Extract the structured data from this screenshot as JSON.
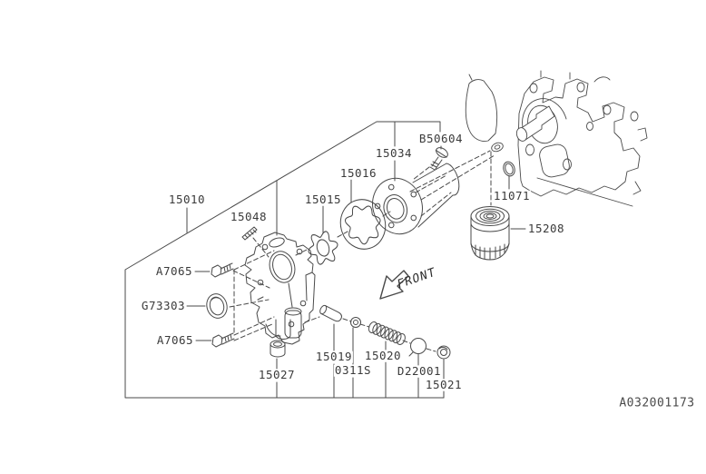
{
  "diagram_code": "A032001173",
  "front_label": "FRONT",
  "colors": {
    "line": "#4a4a4a",
    "text": "#3a3a3a",
    "background": "#ffffff"
  },
  "callouts": {
    "p15010": "15010",
    "p15048": "15048",
    "p15015": "15015",
    "p15016": "15016",
    "p15034": "15034",
    "pB50604": "B50604",
    "p11071": "11071",
    "p15208": "15208",
    "pA7065": "A7065",
    "pG73303": "G73303",
    "p15027": "15027",
    "p15019": "15019",
    "p0311S": "0311S",
    "p15020": "15020",
    "pD22001": "D22001",
    "p15021": "15021"
  }
}
